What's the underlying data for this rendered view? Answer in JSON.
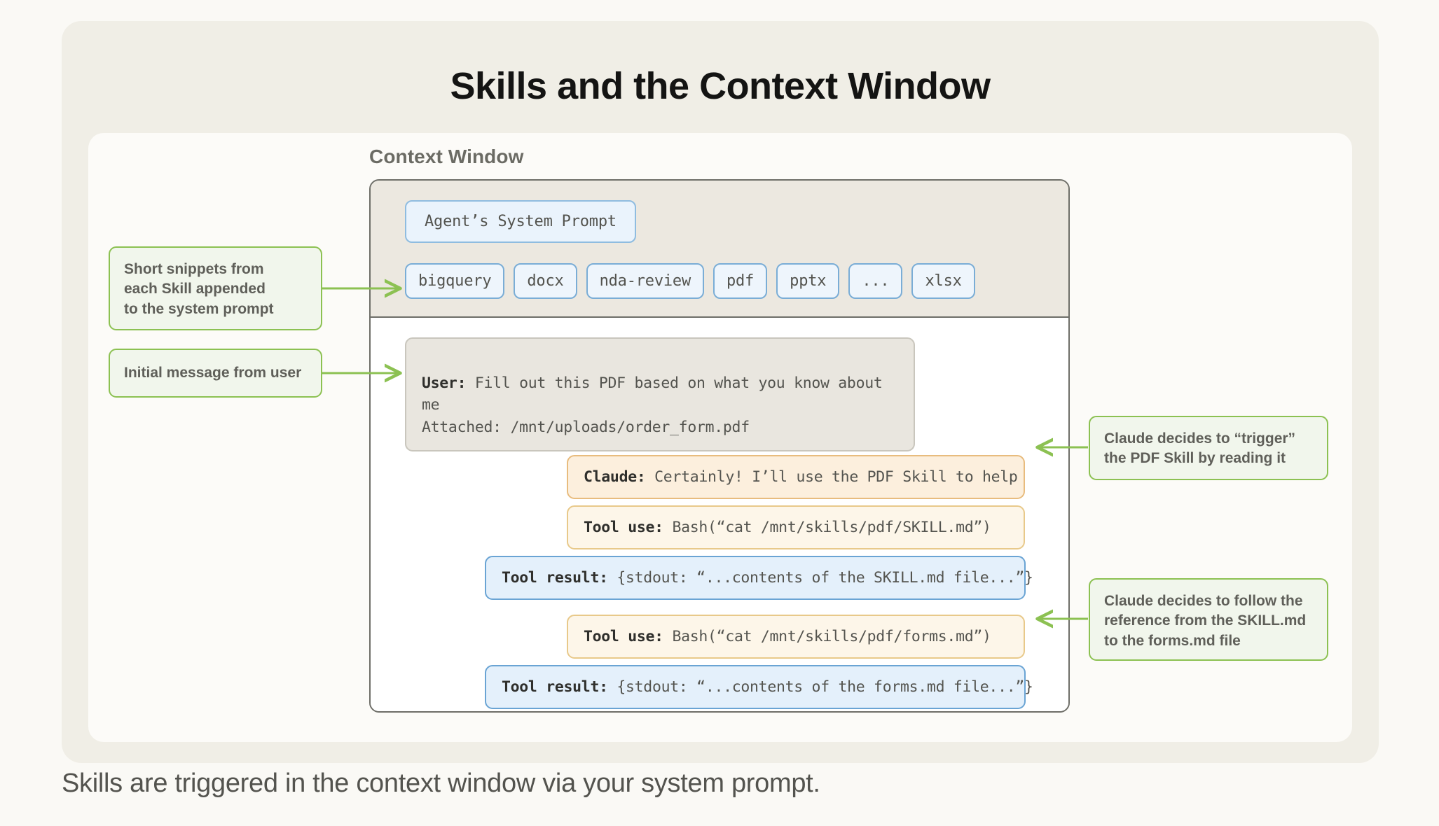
{
  "title": "Skills and the Context Window",
  "caption": "Skills are triggered in the context window via your system prompt.",
  "context_window": {
    "label": "Context Window",
    "system_prompt": "Agent’s System Prompt",
    "skill_chips": [
      "bigquery",
      "docx",
      "nda-review",
      "pdf",
      "pptx",
      "...",
      "xlsx"
    ],
    "conversation": [
      {
        "role": "User",
        "speaker_label": "User:",
        "text": " Fill out this PDF based on what you know about me\nAttached: /mnt/uploads/order_form.pdf",
        "style": "user"
      },
      {
        "role": "Claude",
        "speaker_label": "Claude:",
        "text": " Certainly! I’ll use the PDF Skill to help",
        "style": "claude"
      },
      {
        "role": "Tool use",
        "speaker_label": "Tool use:",
        "text": " Bash(“cat /mnt/skills/pdf/SKILL.md”)",
        "style": "tool-use"
      },
      {
        "role": "Tool result",
        "speaker_label": "Tool result:",
        "text": " {stdout: “...contents of the SKILL.md file...”}",
        "style": "tool-result"
      },
      {
        "role": "Tool use",
        "speaker_label": "Tool use:",
        "text": " Bash(“cat /mnt/skills/pdf/forms.md”)",
        "style": "tool-use"
      },
      {
        "role": "Tool result",
        "speaker_label": "Tool result:",
        "text": " {stdout: “...contents of the forms.md file...”}",
        "style": "tool-result"
      }
    ]
  },
  "callouts": {
    "left": [
      {
        "text": "Short snippets from\neach Skill appended\nto the system prompt"
      },
      {
        "text": "Initial message from user"
      }
    ],
    "right": [
      {
        "text": "Claude decides to “trigger”\nthe PDF Skill by reading it"
      },
      {
        "text": "Claude decides to follow the\nreference from the SKILL.md\nto the forms.md file"
      }
    ]
  },
  "colors": {
    "page_background": "#faf9f5",
    "card_background": "#f0eee6",
    "panel_background": "#fcfbf8",
    "frame_border": "#6e6e68",
    "system_area_background": "#ece8e0",
    "blue_accent": "#7aadd6",
    "blue_fill": "#eaf3fc",
    "orange_accent": "#e8bc7e",
    "orange_fill": "#fcefdd",
    "green_accent": "#8cc152",
    "green_fill": "#f1f6ec",
    "title_color": "#141413",
    "body_text": "#53534e"
  }
}
